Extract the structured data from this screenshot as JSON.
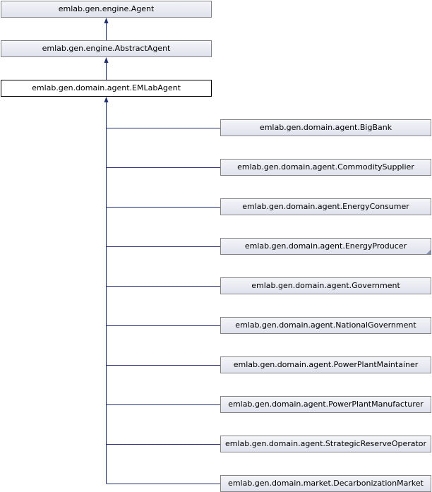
{
  "ancestors": [
    {
      "label": "emlab.gen.engine.Agent"
    },
    {
      "label": "emlab.gen.engine.AbstractAgent"
    }
  ],
  "current": {
    "label": "emlab.gen.domain.agent.EMLabAgent"
  },
  "subclasses": [
    {
      "label": "emlab.gen.domain.agent.BigBank",
      "truncated": false
    },
    {
      "label": "emlab.gen.domain.agent.CommoditySupplier",
      "truncated": false
    },
    {
      "label": "emlab.gen.domain.agent.EnergyConsumer",
      "truncated": false
    },
    {
      "label": "emlab.gen.domain.agent.EnergyProducer",
      "truncated": true
    },
    {
      "label": "emlab.gen.domain.agent.Government",
      "truncated": false
    },
    {
      "label": "emlab.gen.domain.agent.NationalGovernment",
      "truncated": false
    },
    {
      "label": "emlab.gen.domain.agent.PowerPlantMaintainer",
      "truncated": false
    },
    {
      "label": "emlab.gen.domain.agent.PowerPlantManufacturer",
      "truncated": false
    },
    {
      "label": "emlab.gen.domain.agent.StrategicReserveOperator",
      "truncated": false
    },
    {
      "label": "emlab.gen.domain.market.DecarbonizationMarket",
      "truncated": false
    }
  ],
  "colors": {
    "edge": "#1f2f6f",
    "node_border": "#848484",
    "node_fill_top": "#f5f5f9",
    "node_fill_bottom": "#dfe1ec",
    "current_border": "#000000",
    "truncated_marker": "#7f8fb8"
  }
}
